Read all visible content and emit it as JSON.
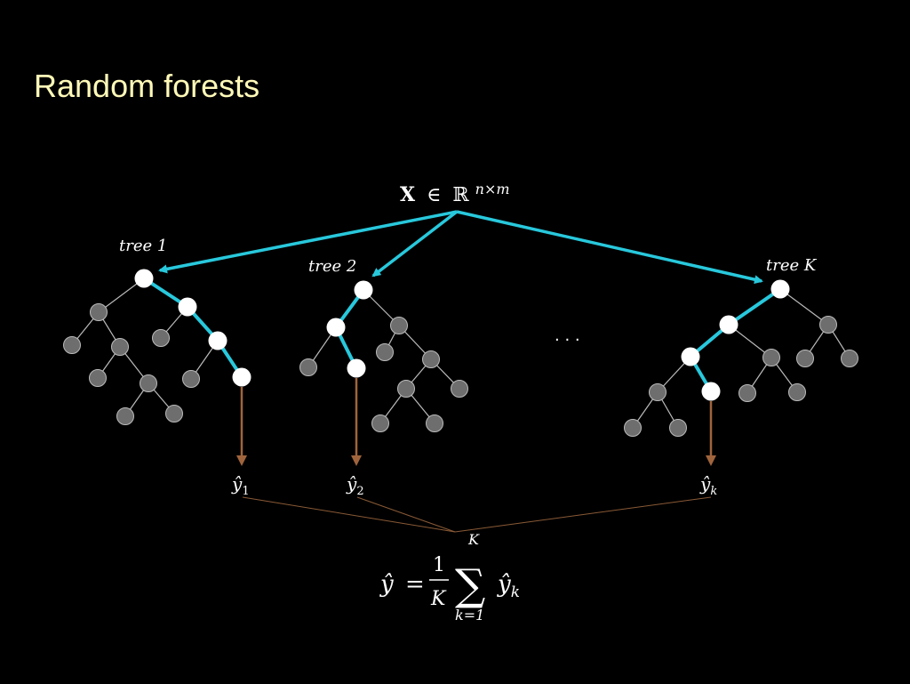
{
  "title": "Random forests",
  "colors": {
    "background": "#000000",
    "title": "#fff9b8",
    "input_arrow": "#28c8dc",
    "decision_path": "#28c8dc",
    "output_arrow": "#a0643c",
    "node_active": "#ffffff",
    "node_inactive": "#6e6e6e"
  },
  "input": {
    "symbol": "X",
    "element_of": "∈",
    "set": "ℝ",
    "exponent": "n×m"
  },
  "trees": [
    {
      "label": "tree 1",
      "prediction_base": "ŷ",
      "prediction_sub": "1"
    },
    {
      "label": "tree 2",
      "prediction_base": "ŷ",
      "prediction_sub": "2"
    },
    {
      "label": "tree K",
      "prediction_base": "ŷ",
      "prediction_sub": "k"
    }
  ],
  "ellipsis": ". . .",
  "formula": {
    "lhs": "ŷ",
    "equals": "=",
    "frac_num": "1",
    "frac_den": "K",
    "sum": "∑",
    "sum_upper": "K",
    "sum_lower": "k=1",
    "term_base": "ŷ",
    "term_sub": "k"
  }
}
